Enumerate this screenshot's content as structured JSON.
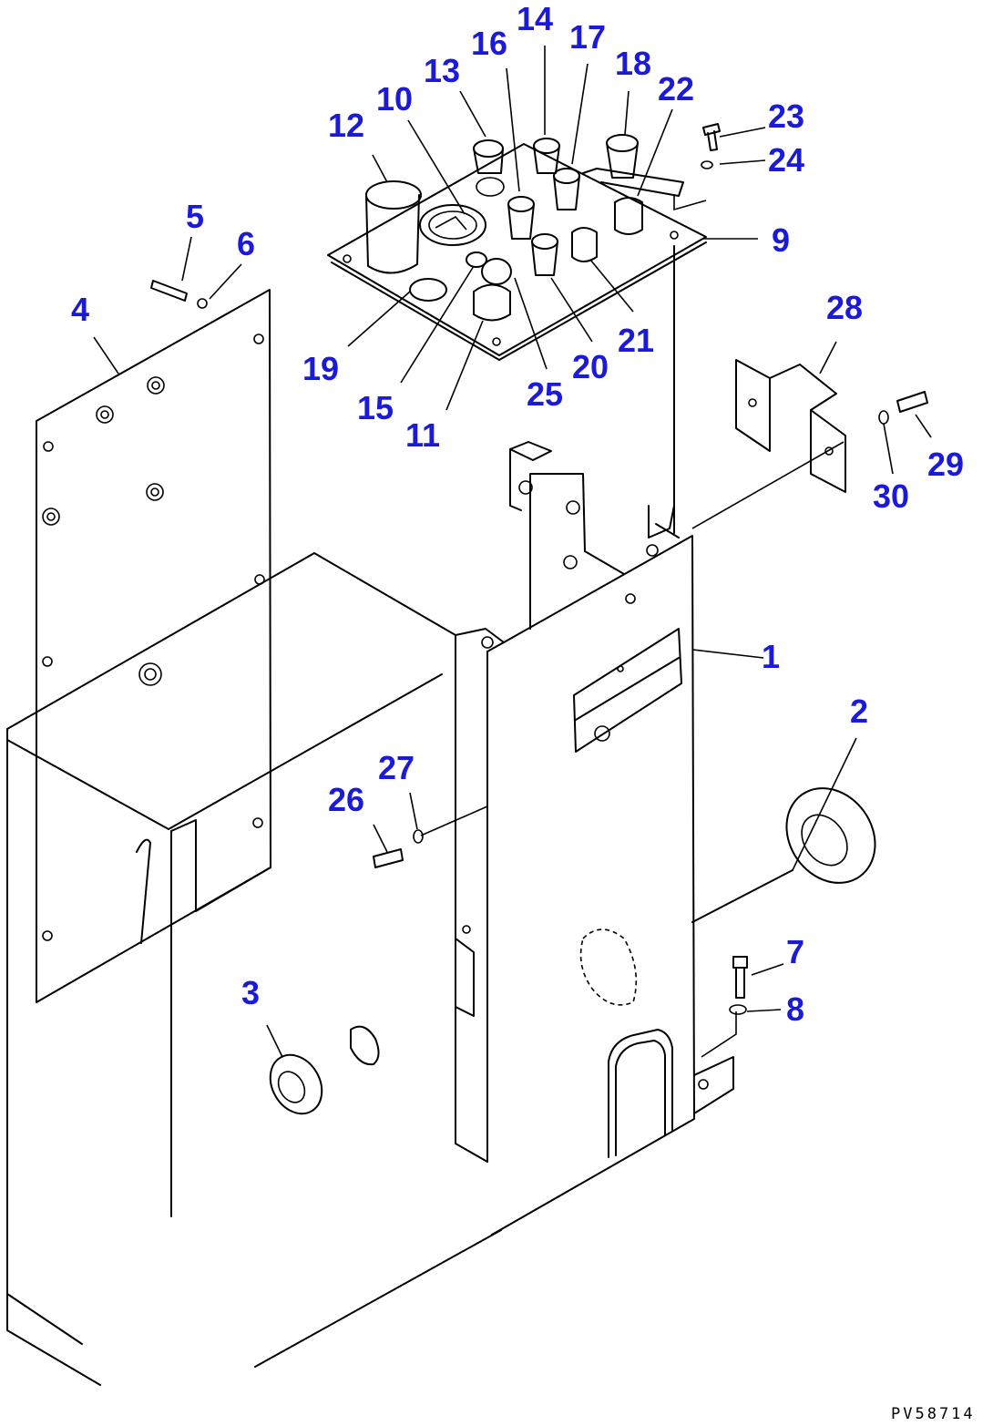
{
  "drawing": {
    "code": "PV58714",
    "ink": "#000000",
    "callout_color": "#1a1ad8",
    "background": "#ffffff"
  },
  "callouts": [
    {
      "id": "1",
      "label": "1"
    },
    {
      "id": "2",
      "label": "2"
    },
    {
      "id": "3",
      "label": "3"
    },
    {
      "id": "4",
      "label": "4"
    },
    {
      "id": "5",
      "label": "5"
    },
    {
      "id": "6",
      "label": "6"
    },
    {
      "id": "7",
      "label": "7"
    },
    {
      "id": "8",
      "label": "8"
    },
    {
      "id": "9",
      "label": "9"
    },
    {
      "id": "10",
      "label": "10"
    },
    {
      "id": "11",
      "label": "11"
    },
    {
      "id": "12",
      "label": "12"
    },
    {
      "id": "13",
      "label": "13"
    },
    {
      "id": "14",
      "label": "14"
    },
    {
      "id": "15",
      "label": "15"
    },
    {
      "id": "16",
      "label": "16"
    },
    {
      "id": "17",
      "label": "17"
    },
    {
      "id": "18",
      "label": "18"
    },
    {
      "id": "19",
      "label": "19"
    },
    {
      "id": "20",
      "label": "20"
    },
    {
      "id": "21",
      "label": "21"
    },
    {
      "id": "22",
      "label": "22"
    },
    {
      "id": "23",
      "label": "23"
    },
    {
      "id": "24",
      "label": "24"
    },
    {
      "id": "25",
      "label": "25"
    },
    {
      "id": "26",
      "label": "26"
    },
    {
      "id": "27",
      "label": "27"
    },
    {
      "id": "28",
      "label": "28"
    },
    {
      "id": "29",
      "label": "29"
    },
    {
      "id": "30",
      "label": "30"
    }
  ]
}
